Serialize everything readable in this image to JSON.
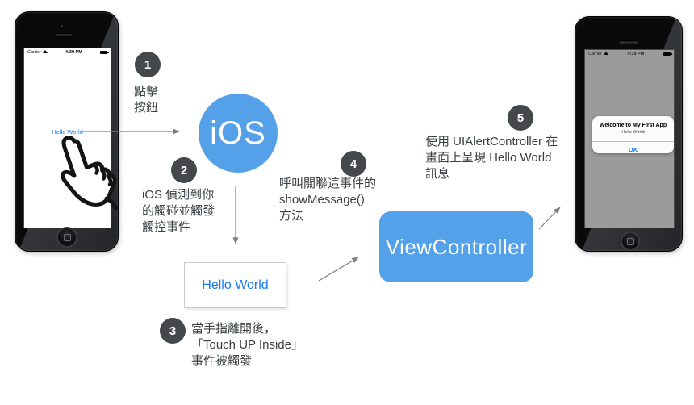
{
  "left_phone": {
    "carrier": "Carrier",
    "time": "4:39 PM",
    "button_label": "Hello World"
  },
  "right_phone": {
    "carrier": "Carrier",
    "time": "4:39 PM",
    "alert": {
      "title": "Welcome to My First App",
      "message": "Hello World",
      "ok_label": "OK"
    }
  },
  "flow": {
    "ios_label": "iOS",
    "hello_box_label": "Hello World",
    "view_controller_label": "ViewController"
  },
  "steps": [
    {
      "number": "1",
      "text": "點擊\n按鈕"
    },
    {
      "number": "2",
      "text": "iOS 偵測到你\n的觸碰並觸發\n觸控事件"
    },
    {
      "number": "3",
      "text": "當手指離開後，\n「Touch UP Inside」\n事件被觸發"
    },
    {
      "number": "4",
      "text": "呼叫關聯這事件的\nshowMessage()\n方法"
    },
    {
      "number": "5",
      "text": "使用 UIAlertController 在\n畫面上呈現 Hello World\n訊息"
    }
  ],
  "colors": {
    "accent_blue": "#55a1e9",
    "link_blue": "#157efb",
    "step_circle_gray": "#45484b",
    "arrow_gray": "#7f7f7f",
    "dim_screen_gray": "#9b9b9b"
  }
}
